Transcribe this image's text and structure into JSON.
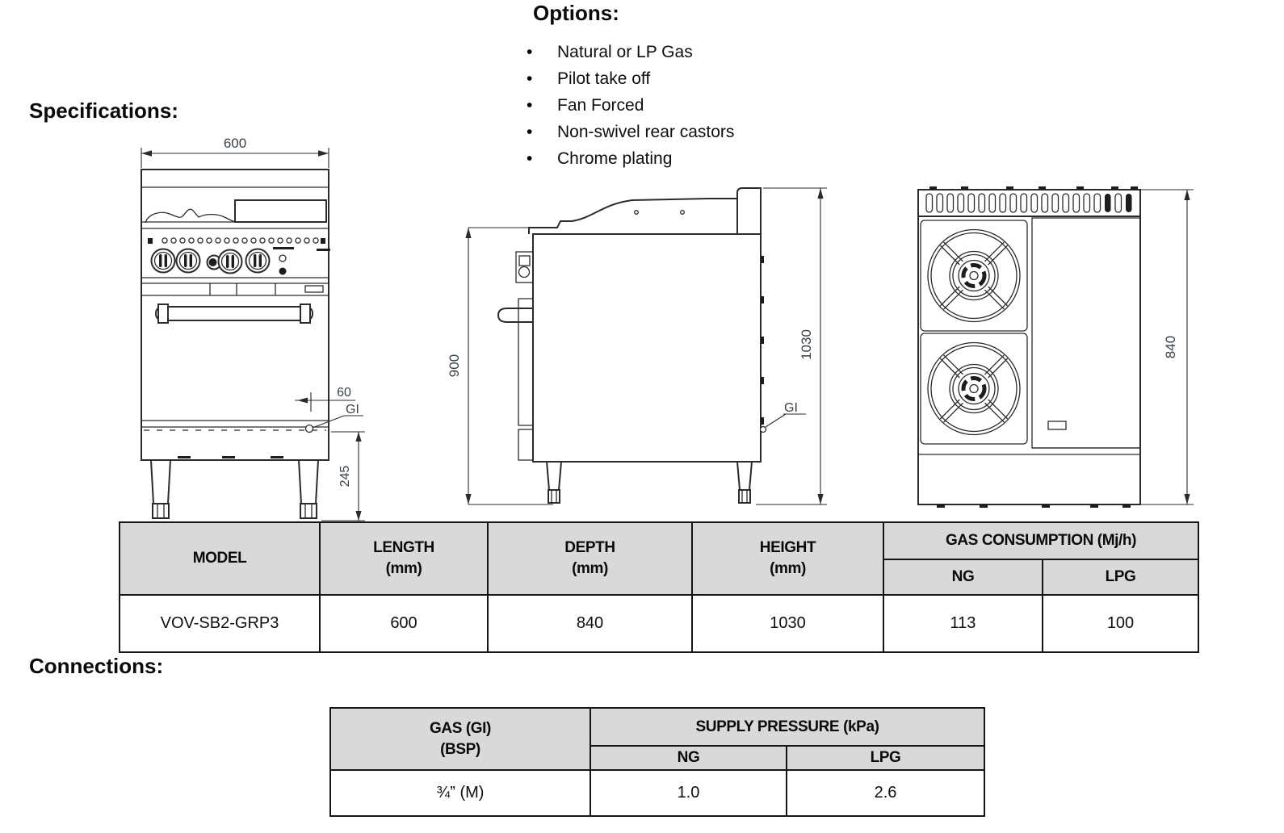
{
  "headings": {
    "specifications": "Specifications:",
    "options": "Options:",
    "connections": "Connections:"
  },
  "options_list": {
    "items": [
      "Natural or LP Gas",
      "Pilot take off",
      "Fan Forced",
      "Non-swivel rear castors",
      "Chrome plating"
    ]
  },
  "drawings": {
    "front_view": {
      "width_dim": "600",
      "offset_dim": "60",
      "gas_inlet": "GI",
      "base_height_dim": "245"
    },
    "side_view": {
      "bench_height_dim": "900",
      "overall_height_dim": "1030",
      "gas_inlet": "GI"
    },
    "plan_view": {
      "depth_dim": "840"
    }
  },
  "spec_table": {
    "headers": {
      "model": "MODEL",
      "length": "LENGTH\n(mm)",
      "depth": "DEPTH\n(mm)",
      "height": "HEIGHT\n(mm)",
      "gas_consumption": "GAS CONSUMPTION (Mj/h)",
      "ng": "NG",
      "lpg": "LPG"
    },
    "row": {
      "model": "VOV-SB2-GRP3",
      "length": "600",
      "depth": "840",
      "height": "1030",
      "ng": "113",
      "lpg": "100"
    }
  },
  "connections_table": {
    "headers": {
      "gas": "GAS (GI)\n(BSP)",
      "supply_pressure": "SUPPLY PRESSURE (kPa)",
      "ng": "NG",
      "lpg": "LPG"
    },
    "row": {
      "gas": "¾” (M)",
      "ng": "1.0",
      "lpg": "2.6"
    }
  },
  "colors": {
    "table_header_bg": "#d9d9d9",
    "dimension_text": "#3a4148",
    "line": "#2b2b2b"
  }
}
